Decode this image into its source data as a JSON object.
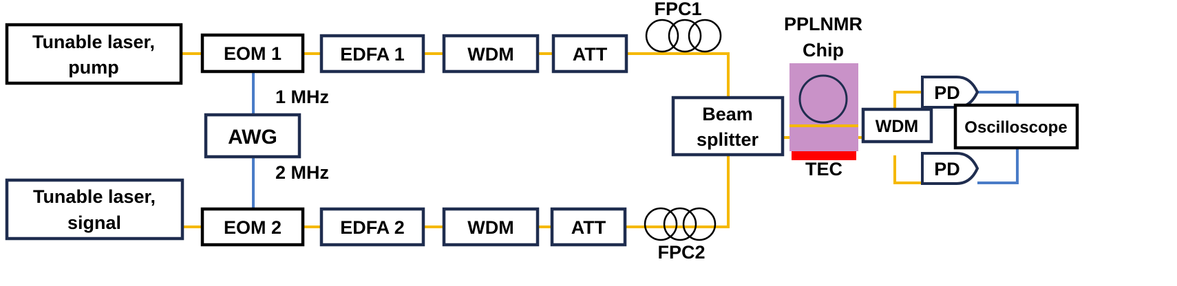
{
  "colors": {
    "fiber": "#f5b800",
    "electrical": "#4a7cc7",
    "box_border_navy": "#1f2d4f",
    "box_border_black": "#000000",
    "chip_fill": "#c992c8",
    "tec_fill": "#ff0000"
  },
  "labels": {
    "laser_pump_line1": "Tunable laser,",
    "laser_pump_line2": "pump",
    "laser_signal_line1": "Tunable laser,",
    "laser_signal_line2": "signal",
    "eom1": "EOM 1",
    "eom2": "EOM 2",
    "awg": "AWG",
    "freq1": "1 MHz",
    "freq2": "2 MHz",
    "edfa1": "EDFA 1",
    "edfa2": "EDFA 2",
    "wdm_top": "WDM",
    "wdm_bottom": "WDM",
    "att_top": "ATT",
    "att_bottom": "ATT",
    "fpc1": "FPC1",
    "fpc2": "FPC2",
    "beam_splitter_line1": "Beam",
    "beam_splitter_line2": "splitter",
    "chip_line1": "PPLNMR",
    "chip_line2": "Chip",
    "tec": "TEC",
    "wdm_out": "WDM",
    "pd_top": "PD",
    "pd_bottom": "PD",
    "oscilloscope": "Oscilloscope"
  }
}
